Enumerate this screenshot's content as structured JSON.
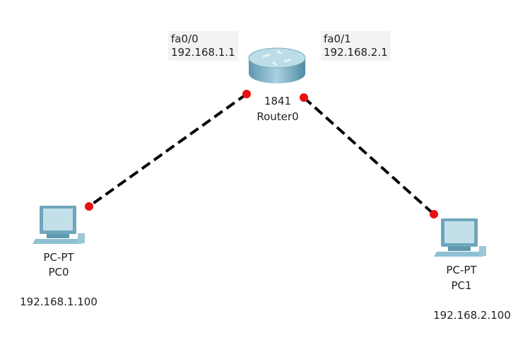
{
  "router": {
    "model": "1841",
    "name": "Router0",
    "interfaces": [
      {
        "name": "fa0/0",
        "ip": "192.168.1.1"
      },
      {
        "name": "fa0/1",
        "ip": "192.168.2.1"
      }
    ]
  },
  "pcs": [
    {
      "type": "PC-PT",
      "name": "PC0",
      "ip": "192.168.1.100"
    },
    {
      "type": "PC-PT",
      "name": "PC1",
      "ip": "192.168.2.100"
    }
  ],
  "colors": {
    "link": "#000000",
    "port_down": "#e81010",
    "device": "#7fb3c8"
  }
}
